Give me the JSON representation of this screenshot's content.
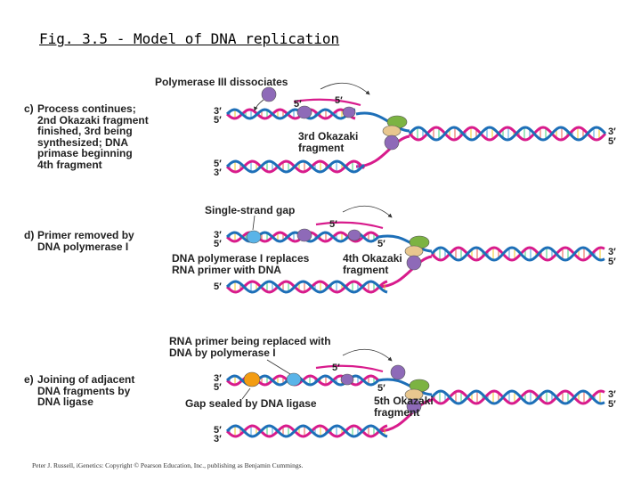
{
  "title": "Fig. 3.5 - Model of DNA replication",
  "footer": "Peter J. Russell, iGenetics: Copyright © Pearson Education, Inc., publishing as Benjamin Cummings.",
  "strand_ends": {
    "three_prime": "3′",
    "five_prime": "5′"
  },
  "colors": {
    "helix_pink": "#d81b8c",
    "helix_blue": "#1d6fb8",
    "polymerase_purple": "#8e6ab8",
    "helicase_green": "#7cb342",
    "primer_tan": "#e8c78f",
    "ligase_orange": "#f39c12"
  },
  "panels": [
    {
      "step": "c)",
      "description": "Process continues;\n2nd Okazaki fragment\nfinished, 3rd being\nsynthesized; DNA\nprimase beginning\n4th fragment",
      "top_callout": "Polymerase III dissociates",
      "fragment_label": "3rd Okazaki\nfragment"
    },
    {
      "step": "d)",
      "description": "Primer removed by\nDNA polymerase I",
      "top_callout": "Single-strand gap",
      "replace_label": "DNA polymerase I replaces\nRNA primer with DNA",
      "fragment_label": "4th Okazaki\nfragment"
    },
    {
      "step": "e)",
      "description": "Joining of adjacent\nDNA fragments by\nDNA ligase",
      "top_callout": "RNA primer being replaced with\nDNA by polymerase I",
      "gap_label": "Gap sealed by DNA ligase",
      "fragment_label": "5th Okazaki\nfragment"
    }
  ]
}
